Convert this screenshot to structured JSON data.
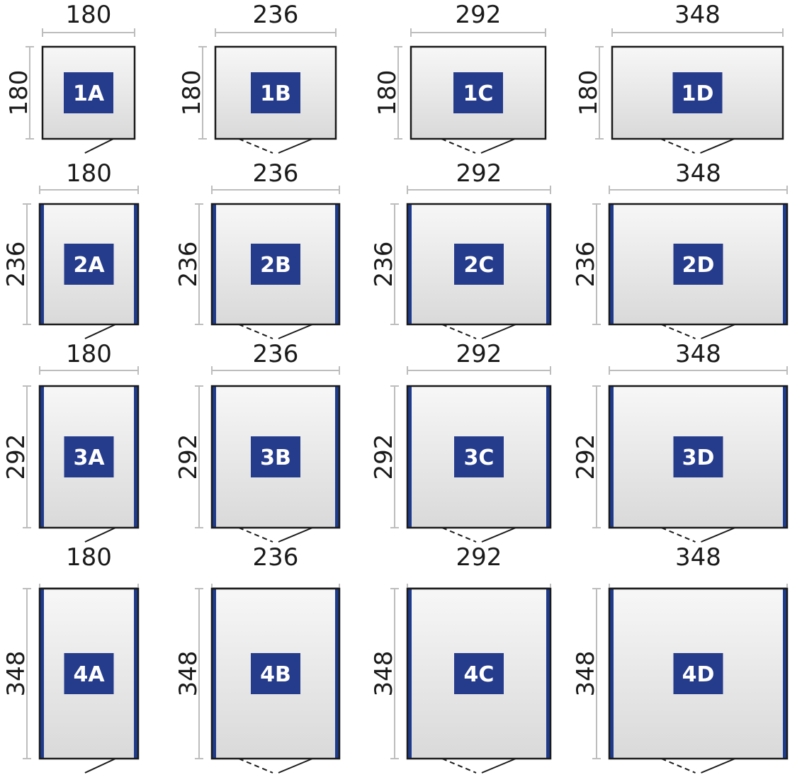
{
  "diagram": {
    "columns": [
      "A",
      "B",
      "C",
      "D"
    ],
    "rows": [
      "1",
      "2",
      "3",
      "4"
    ],
    "widths": [
      "180",
      "236",
      "292",
      "348"
    ],
    "depths": [
      "180",
      "236",
      "292",
      "348"
    ],
    "colors": {
      "accent": "#253b8c",
      "outline": "#1a1a1a",
      "dimension_line": "#bdbdbd",
      "panel_light": "#f7f7f7",
      "panel_dark": "#d9d9d9"
    },
    "cells": [
      {
        "code": "1A",
        "width": "180",
        "depth": "180",
        "door": "single"
      },
      {
        "code": "1B",
        "width": "236",
        "depth": "180",
        "door": "double"
      },
      {
        "code": "1C",
        "width": "292",
        "depth": "180",
        "door": "double"
      },
      {
        "code": "1D",
        "width": "348",
        "depth": "180",
        "door": "double"
      },
      {
        "code": "2A",
        "width": "180",
        "depth": "236",
        "door": "single"
      },
      {
        "code": "2B",
        "width": "236",
        "depth": "236",
        "door": "double"
      },
      {
        "code": "2C",
        "width": "292",
        "depth": "236",
        "door": "double"
      },
      {
        "code": "2D",
        "width": "348",
        "depth": "236",
        "door": "double"
      },
      {
        "code": "3A",
        "width": "180",
        "depth": "292",
        "door": "single"
      },
      {
        "code": "3B",
        "width": "236",
        "depth": "292",
        "door": "double"
      },
      {
        "code": "3C",
        "width": "292",
        "depth": "292",
        "door": "double"
      },
      {
        "code": "3D",
        "width": "348",
        "depth": "292",
        "door": "double"
      },
      {
        "code": "4A",
        "width": "180",
        "depth": "348",
        "door": "single"
      },
      {
        "code": "4B",
        "width": "236",
        "depth": "348",
        "door": "double"
      },
      {
        "code": "4C",
        "width": "292",
        "depth": "348",
        "door": "double"
      },
      {
        "code": "4D",
        "width": "348",
        "depth": "348",
        "door": "double"
      }
    ]
  }
}
